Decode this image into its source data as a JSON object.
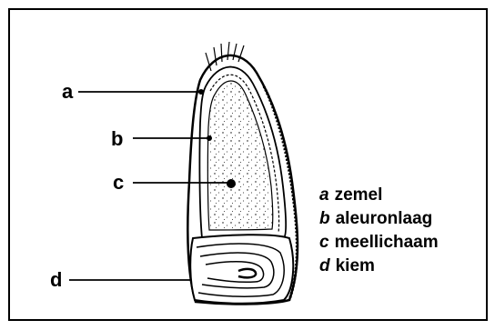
{
  "diagram": {
    "labels": {
      "a": "a",
      "b": "b",
      "c": "c",
      "d": "d"
    },
    "legend": [
      {
        "key": "a",
        "text": "zemel"
      },
      {
        "key": "b",
        "text": "aleuronlaag"
      },
      {
        "key": "c",
        "text": "meellichaam"
      },
      {
        "key": "d",
        "text": "kiem"
      }
    ],
    "colors": {
      "ink": "#000000",
      "background": "#ffffff"
    }
  }
}
